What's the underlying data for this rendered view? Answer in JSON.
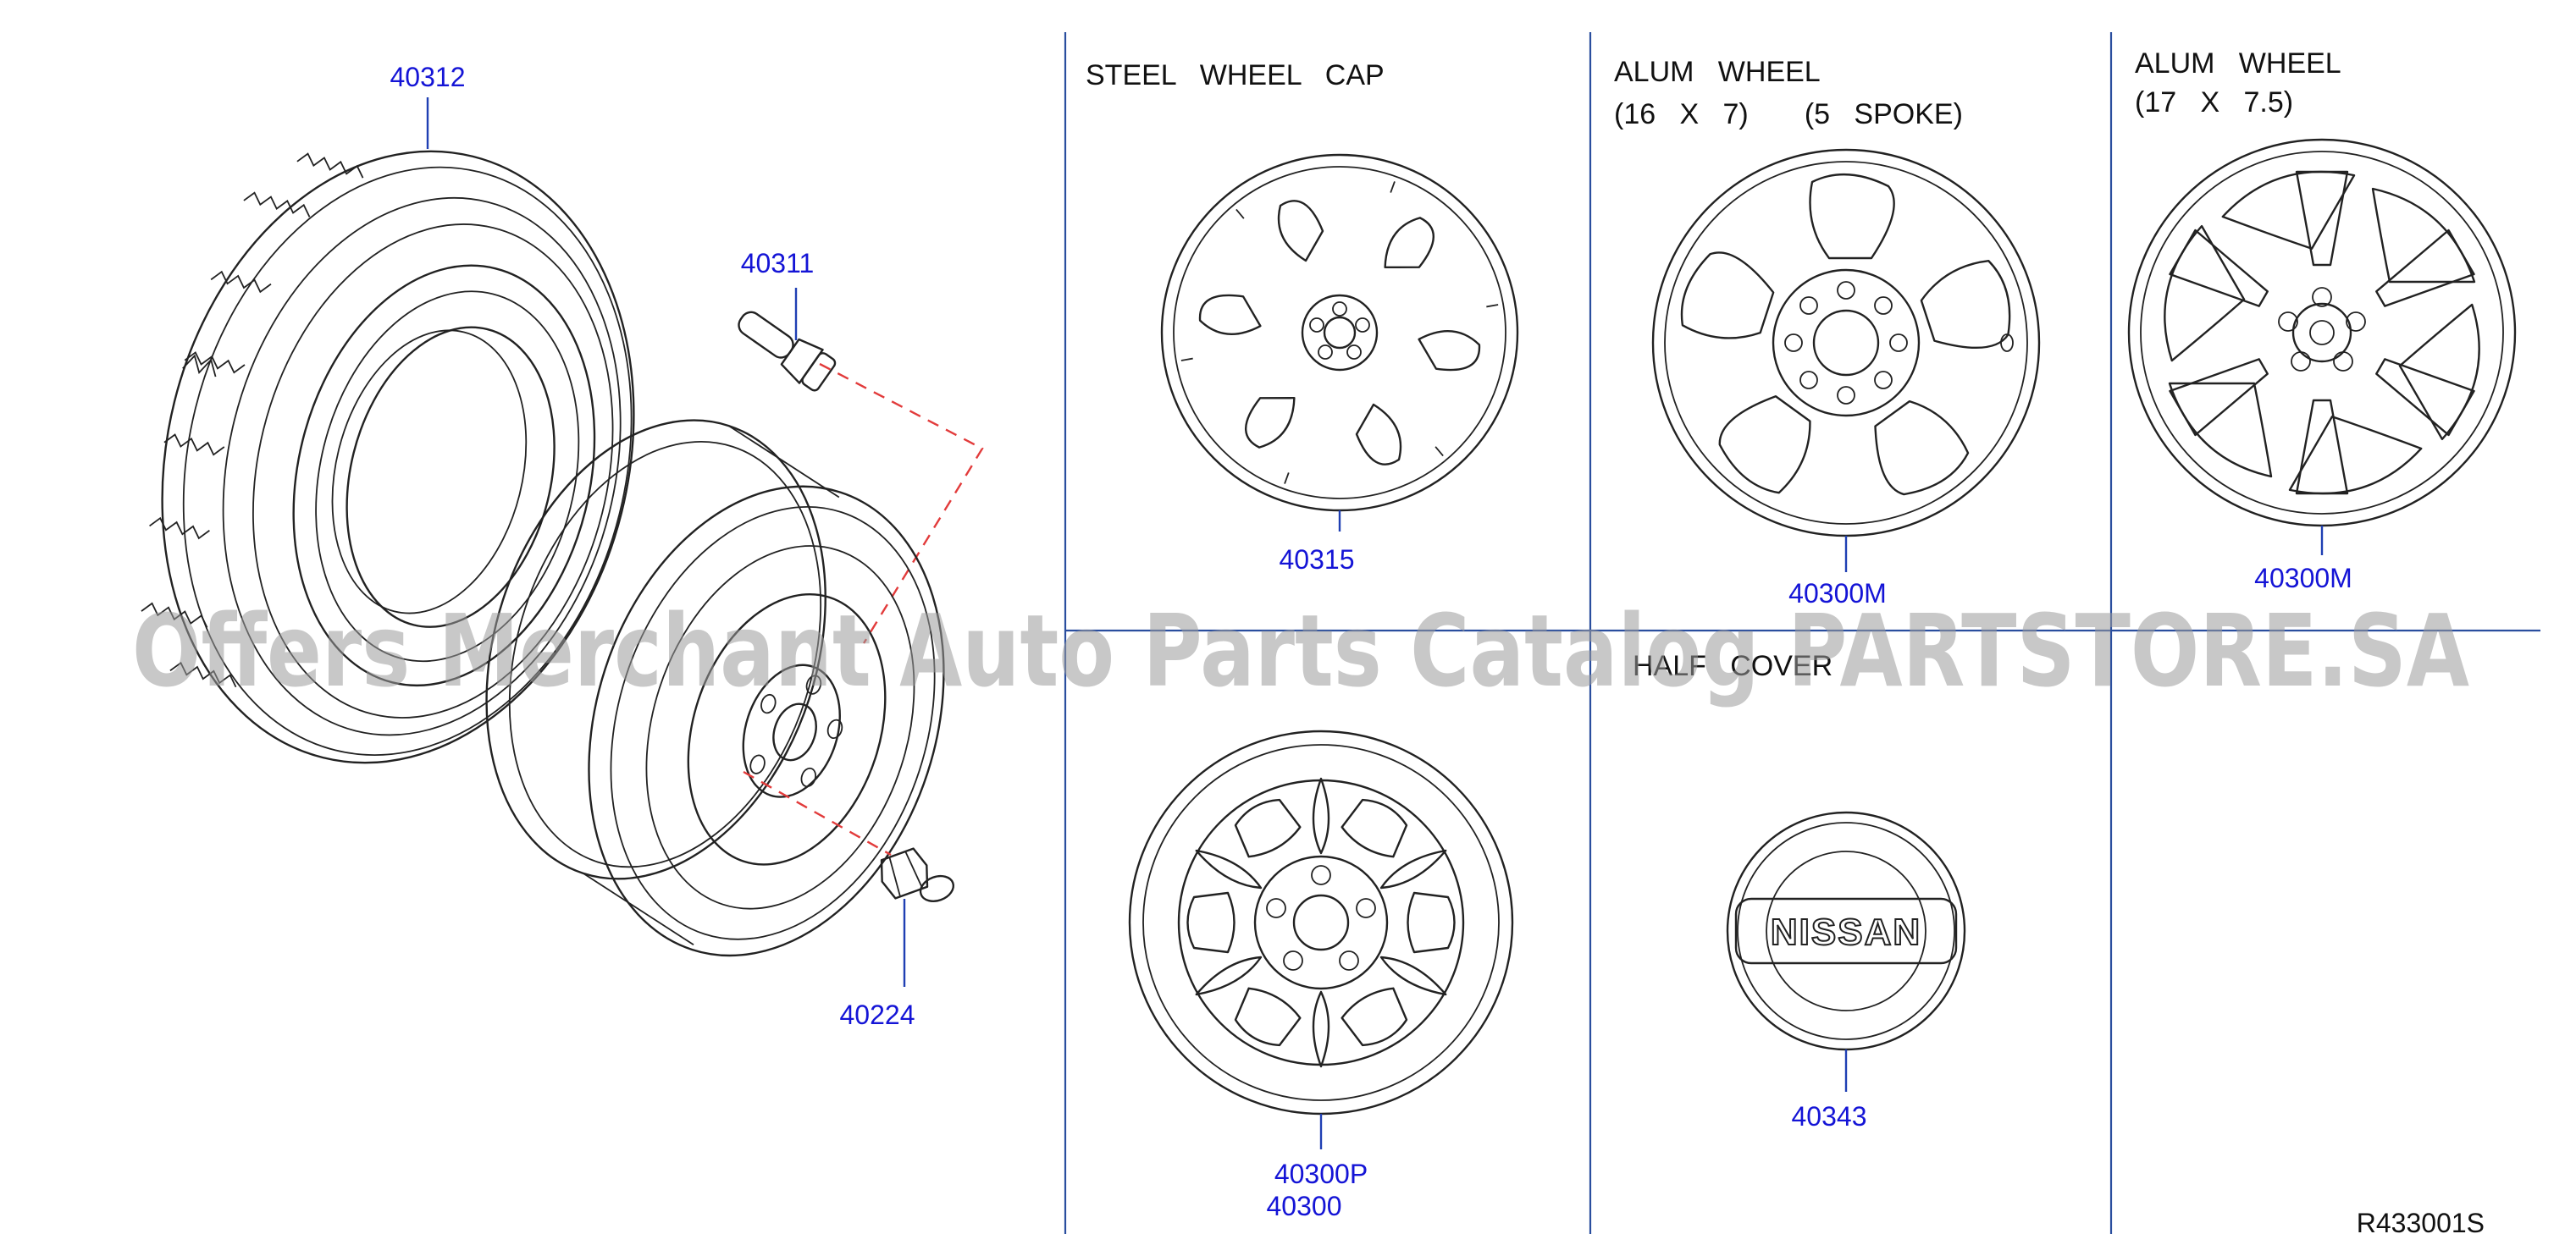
{
  "panels": {
    "steel_wheel_cap": {
      "heading": "STEEL   WHEEL   CAP"
    },
    "alum_wheel_16": {
      "heading_line1": "ALUM   WHEEL",
      "heading_line2": "(16   X   7)       (5   SPOKE)"
    },
    "alum_wheel_17": {
      "heading_line1": "ALUM   WHEEL",
      "heading_line2": "(17   X   7.5)"
    },
    "half_cover": {
      "heading": "HALF   COVER"
    }
  },
  "part_numbers": {
    "tire": "40312",
    "valve": "40311",
    "nut": "40224",
    "wheel_cap": "40315",
    "alum_wheel_16": "40300M",
    "alum_wheel_17": "40300M",
    "steel_wheel_p": "40300P",
    "steel_wheel": "40300",
    "center_cap": "40343"
  },
  "emblem": {
    "text": "NISSAN"
  },
  "diagram_ref": "R433001S",
  "watermark": "Offers Merchant Auto Parts Catalog PARTSTORE.SA",
  "colors": {
    "part_number": "#1414d6",
    "divider": "#2a4e9e",
    "dashed_leader": "#e23b3b",
    "line_art": "#222222",
    "watermark": "#9a9a9a"
  }
}
